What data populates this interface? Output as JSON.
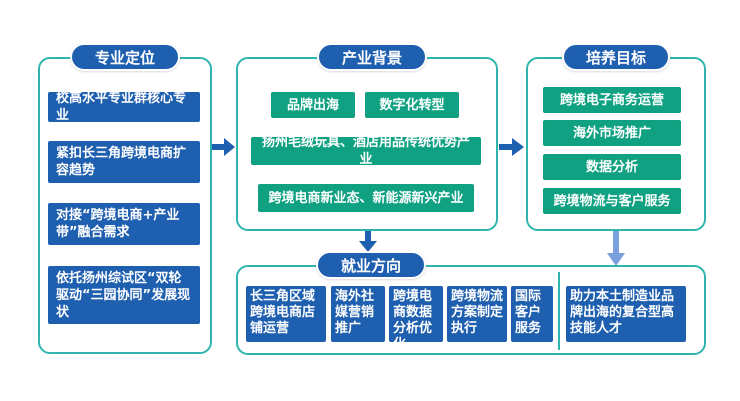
{
  "left": {
    "title": "专业定位",
    "items": [
      "校高水平专业群核心专业",
      "紧扣长三角跨境电商扩容趋势",
      "对接“跨境电商+产业带”融合需求",
      "依托扬州综试区“双轮驱动“三园协同”发展现状"
    ]
  },
  "middle": {
    "title": "产业背景",
    "items": [
      "品牌出海",
      "数字化转型",
      "扬州毛绒玩具、酒店用品传统优势产业",
      "跨境电商新业态、新能源新兴产业"
    ]
  },
  "right": {
    "title": "培养目标",
    "items": [
      "跨境电子商务运营",
      "海外市场推广",
      "数据分析",
      "跨境物流与客户服务"
    ]
  },
  "bottom": {
    "title": "就业方向",
    "columns": [
      "长三角区域跨境电商店铺运营",
      "海外社媒营销推广",
      "跨境电商数据分析优化",
      "跨境物流方案制定执行",
      "国际客户服务"
    ],
    "summary": "助力本土制造业品牌出海的复合型高技能人才"
  }
}
